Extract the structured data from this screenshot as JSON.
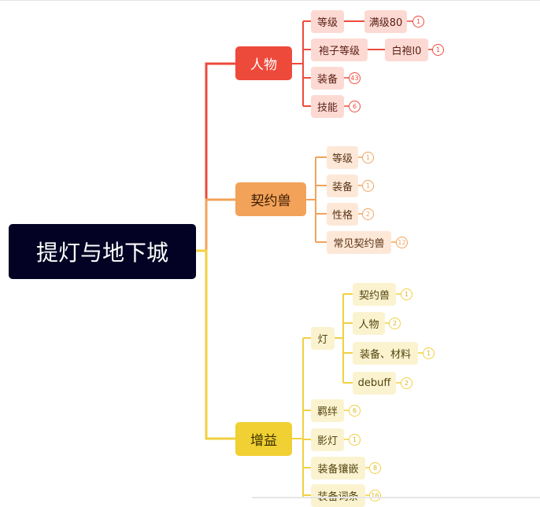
{
  "colors": {
    "root": "#030224",
    "red": "#ee4a3b",
    "orange": "#f3a25a",
    "yellow": "#f0d032",
    "red_line": "#ee4a3b",
    "orange_line": "#f3a25a",
    "yellow_line": "#f2d040"
  },
  "root": {
    "label": "提灯与地下城"
  },
  "branches": {
    "renwu": {
      "label": "人物",
      "children": {
        "dengji": {
          "label": "等级",
          "child": {
            "label": "满级80",
            "count": "1"
          }
        },
        "paozi": {
          "label": "袍子等级",
          "child": {
            "label": "白袍l0",
            "count": "1"
          }
        },
        "zhuangbei": {
          "label": "装备",
          "count": "43"
        },
        "jineng": {
          "label": "技能",
          "count": "6"
        }
      }
    },
    "qiyueshou": {
      "label": "契约兽",
      "children": {
        "dengji": {
          "label": "等级",
          "count": "1"
        },
        "zhuangbei": {
          "label": "装备",
          "count": "1"
        },
        "xingge": {
          "label": "性格",
          "count": "2"
        },
        "changjian": {
          "label": "常见契约兽",
          "count": "12"
        }
      }
    },
    "zengyi": {
      "label": "增益",
      "children": {
        "deng": {
          "label": "灯",
          "children": {
            "qiyueshou": {
              "label": "契约兽",
              "count": "1"
            },
            "renwu": {
              "label": "人物",
              "count": "2"
            },
            "zhuangbei_cailiao": {
              "label": "装备、材料",
              "count": "1"
            },
            "debuff": {
              "label": "debuff",
              "count": "2"
            }
          }
        },
        "jiban": {
          "label": "羁绊",
          "count": "6"
        },
        "yingdeng": {
          "label": "影灯",
          "count": "1"
        },
        "xiangqian": {
          "label": "装备镶嵌",
          "count": "8"
        },
        "citiao": {
          "label": "装备词条",
          "count": "16"
        }
      }
    }
  }
}
